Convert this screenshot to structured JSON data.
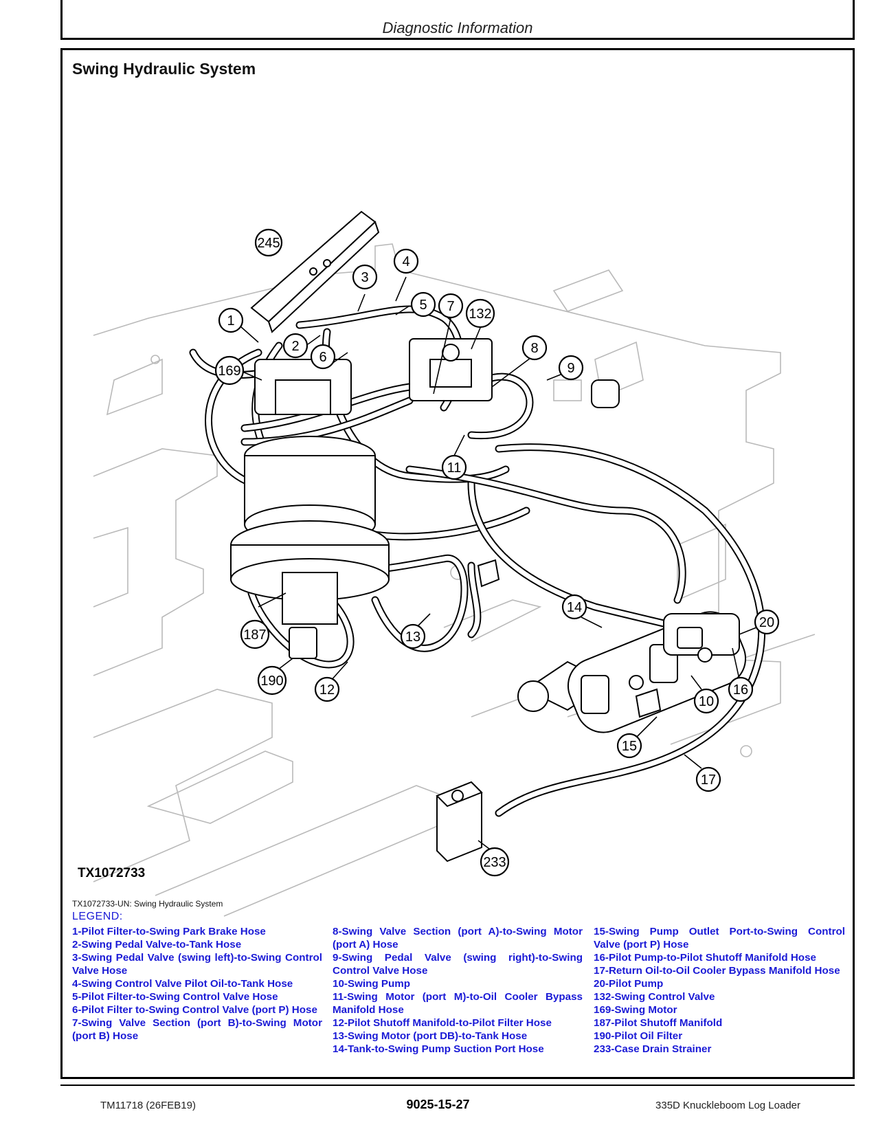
{
  "header": {
    "title": "Diagnostic Information"
  },
  "section": {
    "title": "Swing Hydraulic System"
  },
  "figure": {
    "id": "TX1072733",
    "caption": "TX1072733-UN: Swing Hydraulic System",
    "callouts": [
      "1",
      "2",
      "3",
      "4",
      "5",
      "6",
      "7",
      "8",
      "9",
      "10",
      "11",
      "12",
      "13",
      "14",
      "15",
      "16",
      "17",
      "20",
      "132",
      "169",
      "187",
      "190",
      "233",
      "245"
    ]
  },
  "legend": {
    "heading": "LEGEND:",
    "col1": [
      "1-Pilot Filter-to-Swing Park Brake Hose",
      "2-Swing Pedal Valve-to-Tank Hose",
      "3-Swing Pedal Valve (swing left)-to-Swing Control Valve Hose",
      "4-Swing Control Valve Pilot Oil-to-Tank Hose",
      "5-Pilot Filter-to-Swing Control Valve Hose",
      "6-Pilot Filter to-Swing Control Valve (port P) Hose",
      "7-Swing Valve Section (port B)-to-Swing Motor (port B) Hose"
    ],
    "col2": [
      "8-Swing Valve Section (port A)-to-Swing Motor (port A) Hose",
      "9-Swing Pedal Valve (swing right)-to-Swing Control Valve Hose",
      "10-Swing Pump",
      "11-Swing Motor (port M)-to-Oil Cooler Bypass Manifold Hose",
      "12-Pilot Shutoff Manifold-to-Pilot Filter Hose",
      "13-Swing Motor (port DB)-to-Tank Hose",
      "14-Tank-to-Swing Pump Suction Port Hose"
    ],
    "col3": [
      "15-Swing Pump Outlet Port-to-Swing Control Valve (port P) Hose",
      "16-Pilot Pump-to-Pilot Shutoff Manifold Hose",
      "17-Return Oil-to-Oil Cooler Bypass Manifold Hose",
      "20-Pilot Pump",
      "132-Swing Control Valve",
      "169-Swing Motor",
      "187-Pilot Shutoff Manifold",
      "190-Pilot Oil Filter",
      "233-Case Drain Strainer"
    ]
  },
  "footer": {
    "left": "TM11718 (26FEB19)",
    "center": "9025-15-27",
    "right": "335D Knuckleboom Log Loader"
  }
}
